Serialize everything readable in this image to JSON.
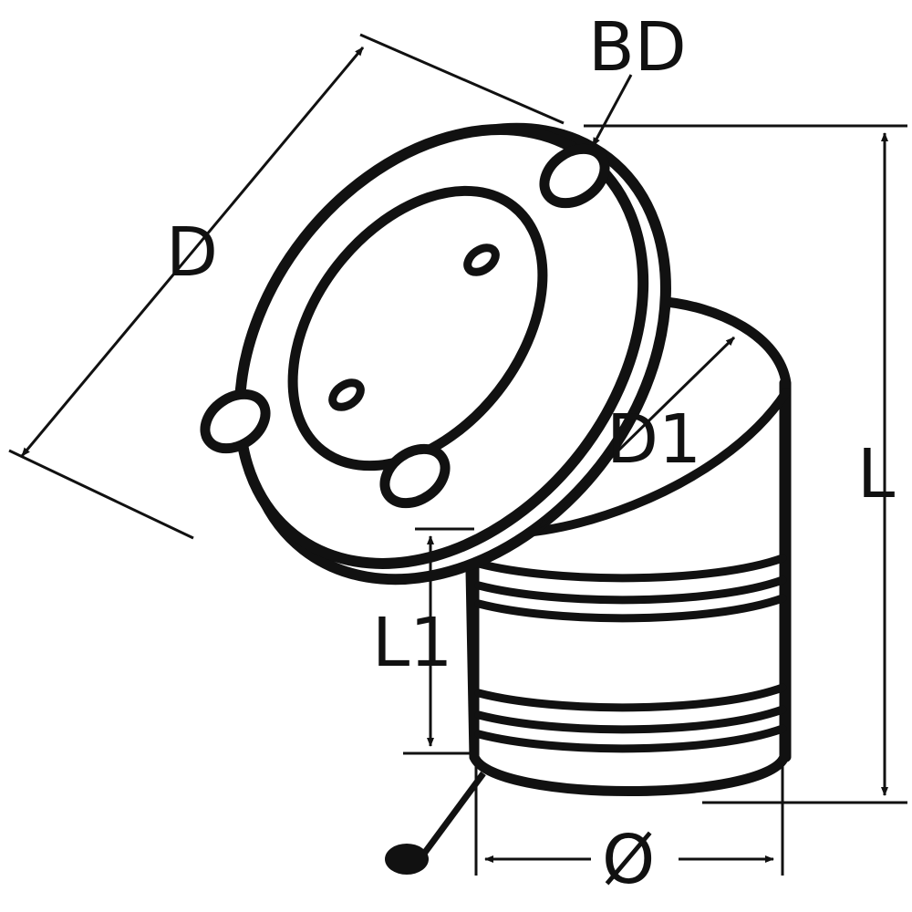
{
  "labels": {
    "bd": "BD",
    "d": "D",
    "d1": "D1",
    "l": "L",
    "l1": "L1",
    "diameter": "Ø"
  },
  "colors": {
    "stroke": "#111111",
    "fill": "#ffffff"
  }
}
